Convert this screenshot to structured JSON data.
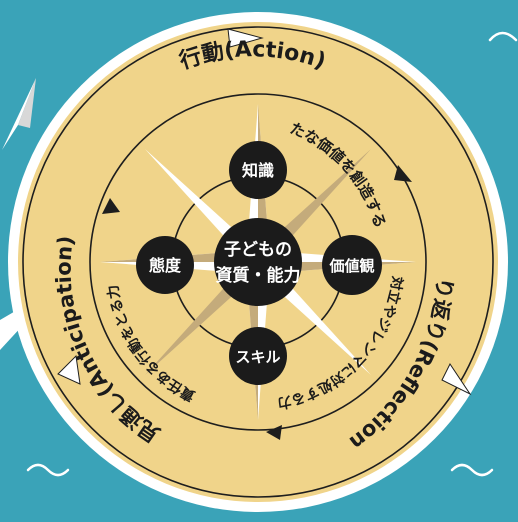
{
  "colors": {
    "sea": "#3aa3b8",
    "wave": "#ffffff",
    "plane": "#ffffff",
    "disc": "#f0d48a",
    "ring_line": "#1e1e1e",
    "rim": "#ffffff",
    "node": "#1b1b1b",
    "node_text": "#ffffff",
    "label_text": "#1b1b1b",
    "star_light": "#ffffff",
    "star_dark": "#c4ab7b"
  },
  "cycle": {
    "action": "行動(Action)",
    "reflection": "振り返り(Reflection)",
    "anticipation": "見通し(Anticipation)"
  },
  "competencies": {
    "create_value": "新たな価値を創造する力",
    "reconcile": "対立やジレンマに対処する力",
    "responsibility": "責任ある行動をとる力"
  },
  "core": {
    "line1": "子どもの",
    "line2": "資質・能力"
  },
  "nodes": {
    "knowledge": "知識",
    "values": "価値観",
    "skills": "スキル",
    "attitude": "態度"
  },
  "icons": {
    "plane": "paper-plane-icon",
    "arrow": "cycle-arrow-icon",
    "compass": "compass-star-icon",
    "wave": "wave-icon"
  }
}
